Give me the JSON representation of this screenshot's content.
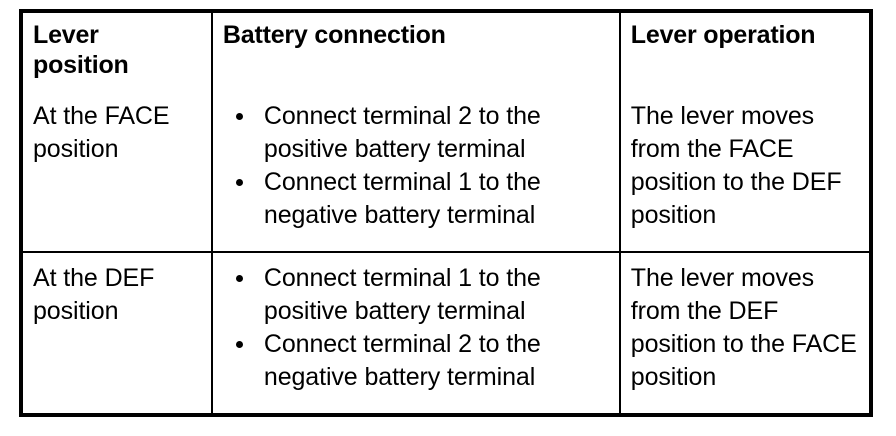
{
  "table": {
    "headers": [
      {
        "label": "Lever\nposition"
      },
      {
        "label": "Battery connection"
      },
      {
        "label": "Lever operation"
      }
    ],
    "rows": [
      {
        "lever_position": "At the FACE\nposition",
        "battery_connection": [
          "Connect terminal 2 to the positive battery terminal",
          "Connect terminal 1 to the negative battery terminal"
        ],
        "lever_operation": "The lever moves from the FACE position to the DEF position"
      },
      {
        "lever_position": "At the DEF\nposition",
        "battery_connection": [
          "Connect terminal 1 to the positive battery terminal",
          "Connect terminal 2 to the negative battery terminal"
        ],
        "lever_operation": "The lever moves from the DEF position to the FACE position"
      }
    ]
  },
  "style": {
    "text_color": "#000000",
    "background_color": "#ffffff",
    "border_color": "#000000"
  }
}
